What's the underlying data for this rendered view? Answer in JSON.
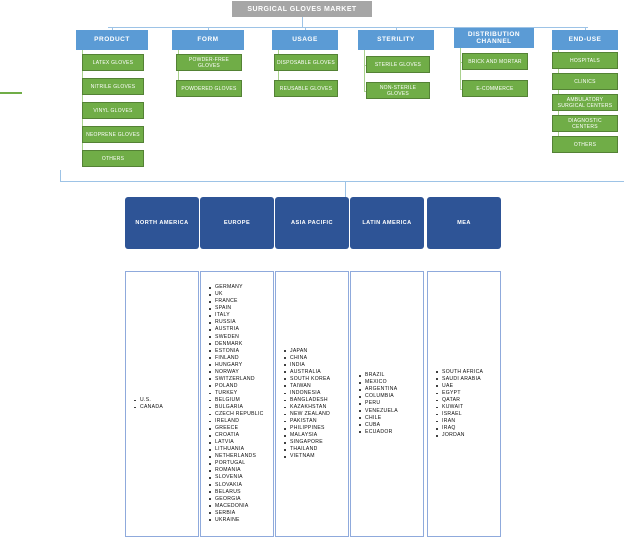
{
  "title": "SURGICAL GLOVES MARKET",
  "segments": [
    {
      "id": "product",
      "label": "PRODUCT",
      "items": [
        "LATEX GLOVES",
        "NITRILE GLOVES",
        "VINYL GLOVES",
        "NEOPRENE GLOVES",
        "OTHERS"
      ]
    },
    {
      "id": "form",
      "label": "FORM",
      "items": [
        "POWDER-FREE GLOVES",
        "POWDERED GLOVES"
      ]
    },
    {
      "id": "usage",
      "label": "USAGE",
      "items": [
        "DISPOSABLE GLOVES",
        "REUSABLE GLOVES"
      ]
    },
    {
      "id": "sterility",
      "label": "STERILITY",
      "items": [
        "STERILE GLOVES",
        "NON-STERILE GLOVES"
      ]
    },
    {
      "id": "distribution-channel",
      "label": "DISTRIBUTION CHANNEL",
      "items": [
        "BRICK AND MORTAR",
        "E-COMMERCE"
      ]
    },
    {
      "id": "end-use",
      "label": "END-USE",
      "items": [
        "HOSPITALS",
        "CLINICS",
        "AMBULATORY SURGICAL CENTERS",
        "DIAGNOSTIC CENTERS",
        "OTHERS"
      ]
    }
  ],
  "regions": [
    {
      "id": "north-america",
      "label": "NORTH AMERICA",
      "countries": [
        "U.S.",
        "CANADA"
      ]
    },
    {
      "id": "europe",
      "label": "EUROPE",
      "countries": [
        "GERMANY",
        "UK",
        "FRANCE",
        "SPAIN",
        "ITALY",
        "RUSSIA",
        "AUSTRIA",
        "SWEDEN",
        "DENMARK",
        "ESTONIA",
        "FINLAND",
        "HUNGARY",
        "NORWAY",
        "SWITZERLAND",
        "POLAND",
        "TURKEY",
        "BELGIUM",
        "BULGARIA",
        "CZECH REPUBLIC",
        "IRELAND",
        "GREECE",
        "CROATIA",
        "LATVIA",
        "LITHUANIA",
        "NETHERLANDS",
        "PORTUGAL",
        "ROMANIA",
        "SLOVENIA",
        "SLOVAKIA",
        "BELARUS",
        "GEORGIA",
        "MACEDONIA",
        "SERBIA",
        "UKRAINE"
      ]
    },
    {
      "id": "asia-pacific",
      "label": "ASIA PACIFIC",
      "countries": [
        "JAPAN",
        "CHINA",
        "INDIA",
        "AUSTRALIA",
        "SOUTH KOREA",
        "TAIWAN",
        "INDONESIA",
        "BANGLADESH",
        "KAZAKHSTAN",
        "NEW ZEALAND",
        "PAKISTAN",
        "PHILIPPINES",
        "MALAYSIA",
        "SINGAPORE",
        "THAILAND",
        "VIETNAM"
      ]
    },
    {
      "id": "latin-america",
      "label": "LATIN AMERICA",
      "countries": [
        "BRAZIL",
        "MEXICO",
        "ARGENTINA",
        "COLUMBIA",
        "PERU",
        "VENEZUELA",
        "CHILE",
        "CUBA",
        "ECUADOR"
      ]
    },
    {
      "id": "mea",
      "label": "MEA",
      "countries": [
        "SOUTH AFRICA",
        "SAUDI ARABIA",
        "UAE",
        "EGYPT",
        "QATAR",
        "KUWAIT",
        "ISRAEL",
        "IRAN",
        "IRAQ",
        "JORDAN"
      ]
    }
  ],
  "colors": {
    "title_bg": "#a6a6a6",
    "segment_header": "#5b9bd5",
    "segment_item": "#70ad47",
    "region_box": "#2e5496",
    "connector": "#9dc3e6",
    "green_connector": "#a9d18e"
  }
}
